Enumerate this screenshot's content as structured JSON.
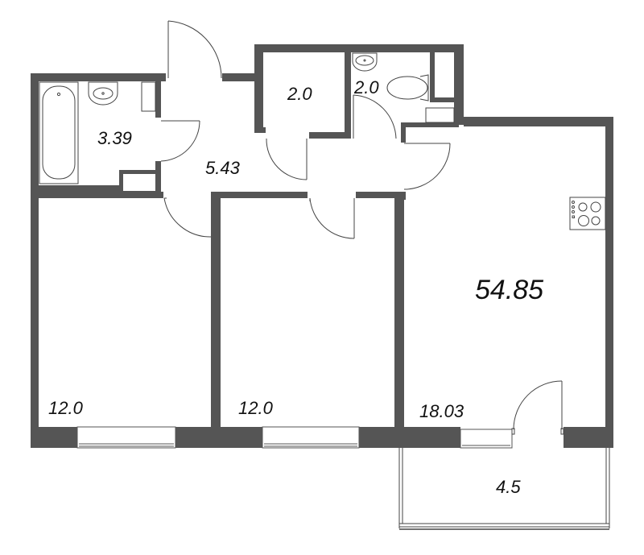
{
  "floor_plan": {
    "total_area": "54.85",
    "colors": {
      "wall": "#555555",
      "background": "#ffffff",
      "line": "#333333",
      "text": "#111111"
    },
    "rooms": [
      {
        "id": "bathroom",
        "area": "3.39"
      },
      {
        "id": "hallway",
        "area": "5.43"
      },
      {
        "id": "storage",
        "area": "2.0"
      },
      {
        "id": "toilet",
        "area": "2.0"
      },
      {
        "id": "bedroom-1",
        "area": "12.0"
      },
      {
        "id": "bedroom-2",
        "area": "12.0"
      },
      {
        "id": "kitchen-living",
        "area": "18.03"
      },
      {
        "id": "balcony",
        "area": "4.5"
      }
    ],
    "fixtures": [
      "bathtub-icon",
      "sink-icon",
      "toilet-icon",
      "stove-icon"
    ]
  }
}
